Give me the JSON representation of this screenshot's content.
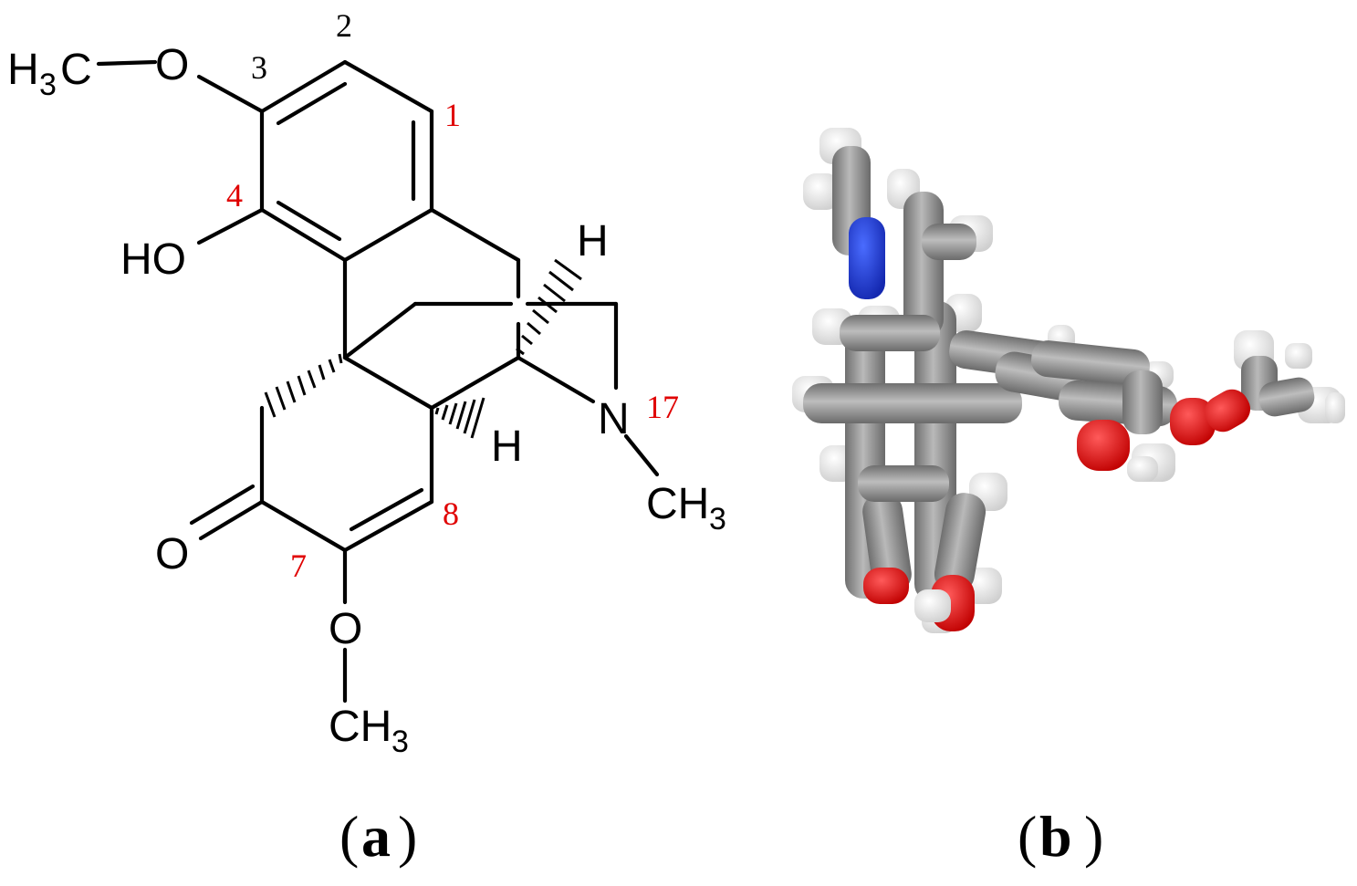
{
  "panel_a": {
    "label_letter": "a",
    "atoms": {
      "h3c_top": "H",
      "h3c_top_sub": "3",
      "h3c_top_c": "C",
      "o_top": "O",
      "ho": "HO",
      "h_upper": "H",
      "h_lower": "H",
      "n": "N",
      "ch3_n": "CH",
      "ch3_n_sub": "3",
      "o_ketone": "O",
      "o_methoxy": "O",
      "ch3_bottom": "CH",
      "ch3_bottom_sub": "3"
    },
    "numbers": {
      "n1": "1",
      "n2": "2",
      "n3": "3",
      "n4": "4",
      "n7": "7",
      "n8": "8",
      "n17": "17"
    }
  },
  "panel_b": {
    "label_letter": "b",
    "colors": {
      "carbon": "#8f8f8f",
      "hydrogen": "#f2f2f2",
      "oxygen": "#e8141c",
      "nitrogen": "#1e3fd6"
    }
  }
}
